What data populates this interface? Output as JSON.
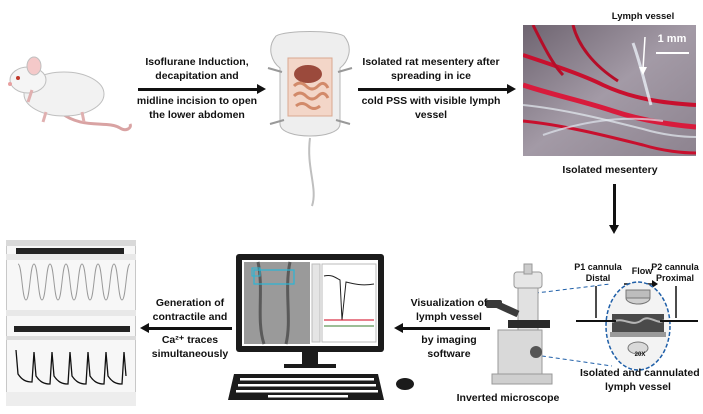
{
  "step1": {
    "line1": "Isoflurane Induction,",
    "line2": "decapitation and",
    "line3": "midline incision to open",
    "line4": "the lower abdomen"
  },
  "step2": {
    "line1": "Isolated rat mesentery after",
    "line2": "spreading in ice",
    "line3": "cold PSS with visible lymph",
    "line4": "vessel"
  },
  "photo": {
    "lymph_label": "Lymph vessel",
    "scale_label": "1 mm",
    "caption": "Isolated mesentery"
  },
  "cannula": {
    "p1_line1": "P1 cannula",
    "p1_line2": "Distal",
    "flow": "Flow",
    "p2_line1": "P2 cannula",
    "p2_line2": "Proximal",
    "objective": "20X",
    "caption_line1": "Isolated and cannulated",
    "caption_line2": "lymph vessel"
  },
  "microscope": {
    "caption": "Inverted microscope"
  },
  "step3": {
    "line1": "Visualization of",
    "line2": "lymph vessel",
    "line3": "by imaging",
    "line4": "software"
  },
  "step4": {
    "line1": "Generation of",
    "line2": "contractile and",
    "line3": "Ca²⁺ traces",
    "line4": "simultaneously"
  },
  "colors": {
    "arrow": "#111111",
    "leader_line": "#1f5fa8",
    "vessel_red": "#c8102e",
    "trace_green": "#3a7d2c"
  }
}
